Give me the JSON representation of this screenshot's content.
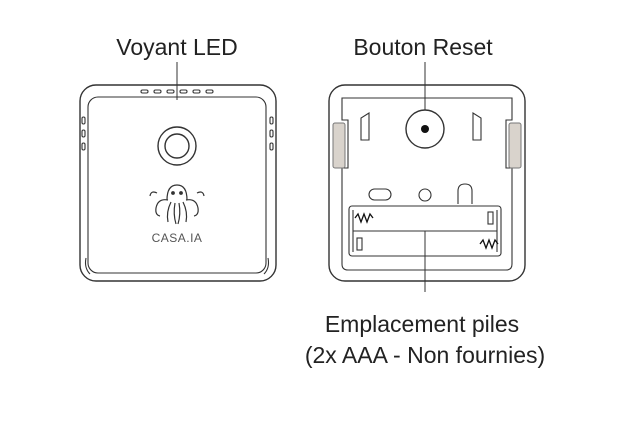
{
  "labels": {
    "led": "Voyant LED",
    "reset": "Bouton Reset",
    "battery_slot_line1": "Emplacement piles",
    "battery_slot_line2": "(2x AAA - Non fournies)"
  },
  "device_front": {
    "brand": "CASA.IA",
    "logo_icon": "octopus-logo-icon"
  },
  "colors": {
    "line": "#333333",
    "side_grip": "#d9d3cc",
    "background": "#ffffff"
  }
}
